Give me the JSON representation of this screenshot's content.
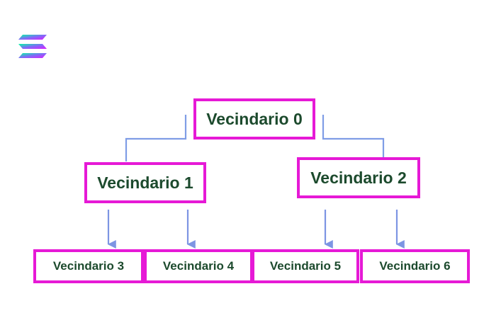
{
  "colors": {
    "node_border": "#e619d6",
    "node_text": "#1c4a2d",
    "connector": "#7f9de6",
    "arrow": "#7d95e3"
  },
  "logo": {
    "icon": "solana-logo-icon"
  },
  "tree": {
    "root": "Vecindario 0",
    "level1": [
      "Vecindario 1",
      "Vecindario 2"
    ],
    "leaves": [
      "Vecindario 3",
      "Vecindario 4",
      "Vecindario 5",
      "Vecindario 6"
    ]
  }
}
